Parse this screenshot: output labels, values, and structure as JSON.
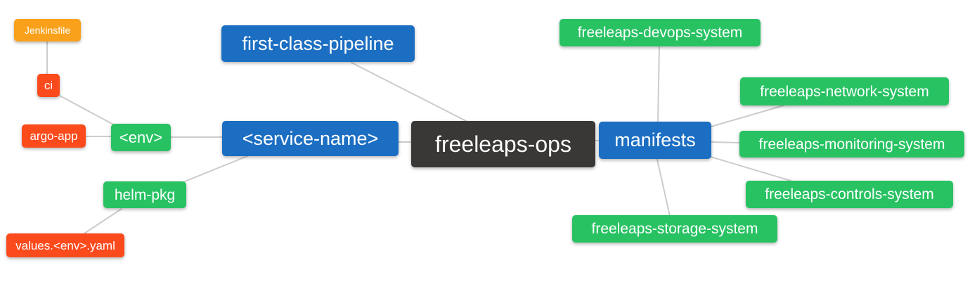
{
  "diagram": {
    "type": "mindmap",
    "root_label": "freeleaps-ops"
  },
  "palette": {
    "root_bg": "#3a3836",
    "branch_blue": "#1b6ec2",
    "leaf_green": "#28c263",
    "leaf_red": "#fb4a1c",
    "leaf_orange": "#f9a11b",
    "edge_gray": "#cccccc",
    "node_text": "#ffffff",
    "background": "#ffffff"
  },
  "nodes": [
    {
      "id": "freeleaps-ops",
      "label": "freeleaps-ops",
      "level": 0,
      "parent": null,
      "color_role": "root"
    },
    {
      "id": "first-class-pipeline",
      "label": "first-class-pipeline",
      "level": 1,
      "parent": "freeleaps-ops",
      "color_role": "blue"
    },
    {
      "id": "service-name",
      "label": "<service-name>",
      "level": 1,
      "parent": "freeleaps-ops",
      "color_role": "blue"
    },
    {
      "id": "manifests",
      "label": "manifests",
      "level": 1,
      "parent": "freeleaps-ops",
      "color_role": "blue"
    },
    {
      "id": "env",
      "label": "<env>",
      "level": 2,
      "parent": "service-name",
      "color_role": "green"
    },
    {
      "id": "helm-pkg",
      "label": "helm-pkg",
      "level": 2,
      "parent": "service-name",
      "color_role": "green"
    },
    {
      "id": "ci",
      "label": "ci",
      "level": 3,
      "parent": "env",
      "color_role": "red"
    },
    {
      "id": "argo-app",
      "label": "argo-app",
      "level": 3,
      "parent": "env",
      "color_role": "red"
    },
    {
      "id": "jenkinsfile",
      "label": "Jenkinsfile",
      "level": 4,
      "parent": "ci",
      "color_role": "orange"
    },
    {
      "id": "values-env-yaml",
      "label": "values.<env>.yaml",
      "level": 3,
      "parent": "helm-pkg",
      "color_role": "red"
    },
    {
      "id": "freeleaps-devops-system",
      "label": "freeleaps-devops-system",
      "level": 2,
      "parent": "manifests",
      "color_role": "green"
    },
    {
      "id": "freeleaps-network-system",
      "label": "freeleaps-network-system",
      "level": 2,
      "parent": "manifests",
      "color_role": "green"
    },
    {
      "id": "freeleaps-monitoring-system",
      "label": "freeleaps-monitoring-system",
      "level": 2,
      "parent": "manifests",
      "color_role": "green"
    },
    {
      "id": "freeleaps-controls-system",
      "label": "freeleaps-controls-system",
      "level": 2,
      "parent": "manifests",
      "color_role": "green"
    },
    {
      "id": "freeleaps-storage-system",
      "label": "freeleaps-storage-system",
      "level": 2,
      "parent": "manifests",
      "color_role": "green"
    }
  ],
  "edges": [
    [
      "jenkinsfile",
      "ci"
    ],
    [
      "ci",
      "env"
    ],
    [
      "argo-app",
      "env"
    ],
    [
      "env",
      "service-name"
    ],
    [
      "helm-pkg",
      "service-name"
    ],
    [
      "values-env-yaml",
      "helm-pkg"
    ],
    [
      "service-name",
      "freeleaps-ops"
    ],
    [
      "first-class-pipeline",
      "freeleaps-ops"
    ],
    [
      "freeleaps-ops",
      "manifests"
    ],
    [
      "manifests",
      "freeleaps-devops-system"
    ],
    [
      "manifests",
      "freeleaps-network-system"
    ],
    [
      "manifests",
      "freeleaps-monitoring-system"
    ],
    [
      "manifests",
      "freeleaps-controls-system"
    ],
    [
      "manifests",
      "freeleaps-storage-system"
    ]
  ]
}
